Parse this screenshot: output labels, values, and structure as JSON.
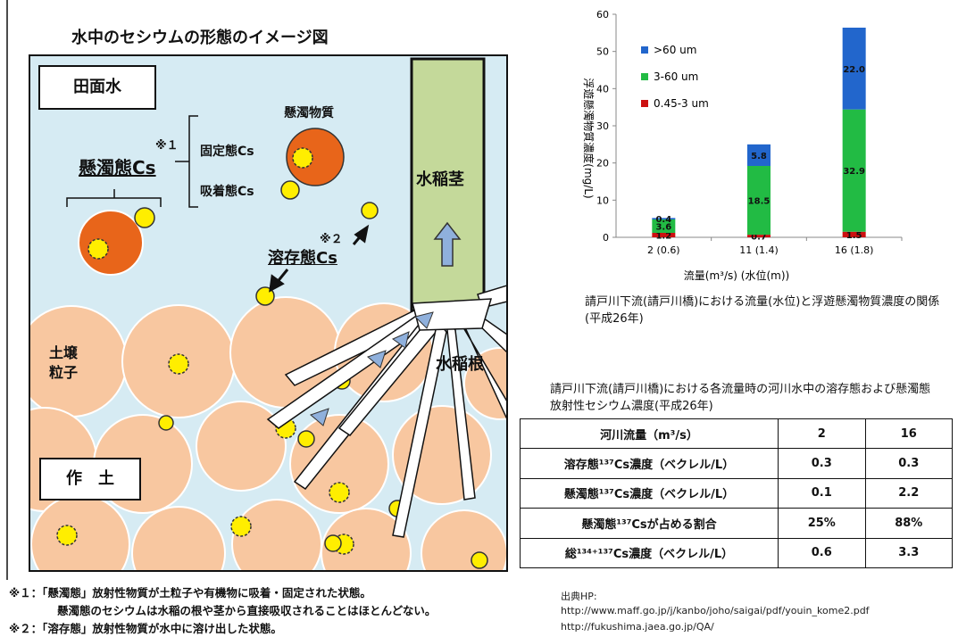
{
  "diagram": {
    "title": "水中のセシウムの形態のイメージ図",
    "paddy_water": "田面水",
    "suspended_matter": "懸濁物質",
    "fixed_cs": "固定態Cs",
    "adsorbed_cs": "吸着態Cs",
    "note_mark_1": "※１",
    "suspended_cs": "懸濁態Cs",
    "note_mark_2": "※２",
    "dissolved_cs": "溶存態Cs",
    "rice_stem": "水稲茎",
    "rice_root": "水稲根",
    "soil_particle_line1": "土壌",
    "soil_particle_line2": "粒子",
    "topsoil": "作　土",
    "colors": {
      "water": "#d6ebf3",
      "orange": "#e8651a",
      "yellow": "#ffee00",
      "soil": "#f8c7a0",
      "stem": "#c4d99a",
      "arrow": "#8fb0dc"
    }
  },
  "chart_data": {
    "type": "bar",
    "stacked": true,
    "categories": [
      "2 (0.6)",
      "11 (1.4)",
      "16 (1.8)"
    ],
    "series": [
      {
        "name": "0.45-3 um",
        "color": "#cc1111",
        "values": [
          1.2,
          0.7,
          1.5
        ]
      },
      {
        "name": "3-60 um",
        "color": "#22bb44",
        "values": [
          3.6,
          18.5,
          32.9
        ]
      },
      {
        "name": ">60 um",
        "color": "#2266cc",
        "values": [
          0.4,
          5.8,
          22.0
        ]
      }
    ],
    "xlabel": "流量(m³/s) (水位(m))",
    "ylabel": "浮遊懸濁物質濃度(mg/L)",
    "ylim": [
      0,
      60
    ],
    "yticks": [
      0,
      10,
      20,
      30,
      40,
      50,
      60
    ],
    "legend_position": "top-left",
    "caption": "請戸川下流(請戸川橋)における流量(水位)と浮遊懸濁物質濃度の関係(平成26年)"
  },
  "table": {
    "caption": "請戸川下流(請戸川橋)における各流量時の河川水中の溶存態および懸濁態放射性セシウム濃度(平成26年)",
    "header": [
      "河川流量（m³/s）",
      "2",
      "16"
    ],
    "rows": [
      {
        "label": "溶存態¹³⁷Cs濃度（ベクレル/L）",
        "v1": "0.3",
        "v2": "0.3"
      },
      {
        "label": "懸濁態¹³⁷Cs濃度（ベクレル/L）",
        "v1": "0.1",
        "v2": "2.2"
      },
      {
        "label": "懸濁態¹³⁷Csが占める割合",
        "v1": "25%",
        "v2": "88%"
      },
      {
        "label": "総¹³⁴⁺¹³⁷Cs濃度（ベクレル/L）",
        "v1": "0.6",
        "v2": "3.3"
      }
    ]
  },
  "notes": {
    "note1_line1": "※１：「懸濁態」放射性物質が土粒子や有機物に吸着・固定された状態。",
    "note1_line2": "懸濁態のセシウムは水稲の根や茎から直接吸収されることはほとんどない。",
    "note2": "※２：「溶存態」放射性物質が水中に溶け出した状態。"
  },
  "source": {
    "label": "出典HP:",
    "url1": "http://www.maff.go.jp/j/kanbo/joho/saigai/pdf/youin_kome2.pdf",
    "url2": "http://fukushima.jaea.go.jp/QA/"
  }
}
